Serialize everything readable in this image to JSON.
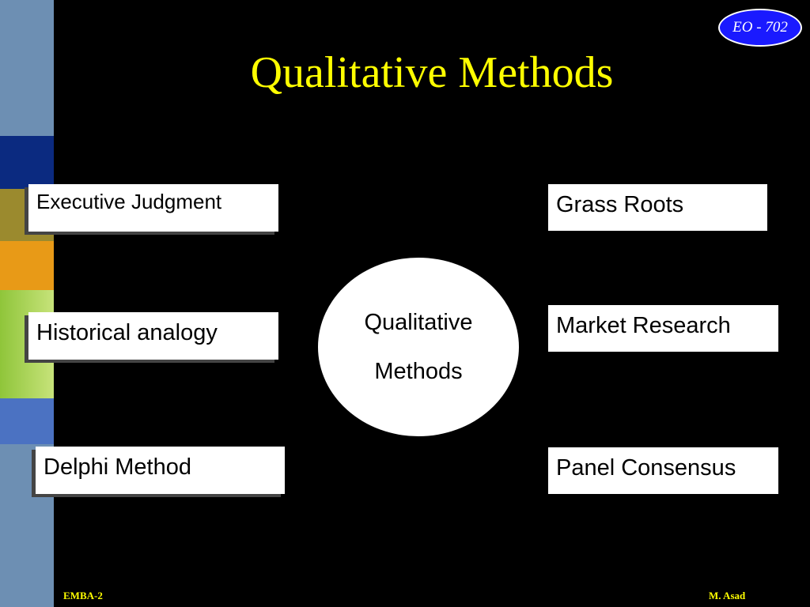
{
  "slide": {
    "badge": "EO - 702",
    "title": "Qualitative Methods",
    "center": {
      "line1": "Qualitative",
      "line2": "Methods"
    },
    "left_items": [
      "Executive Judgment",
      "Historical analogy",
      "Delphi Method"
    ],
    "right_items": [
      "Grass Roots",
      "Market Research",
      "Panel Consensus"
    ],
    "footer_left": "EMBA-2",
    "footer_right": "M. Asad"
  },
  "colors": {
    "background": "#000000",
    "title": "#ffff00",
    "badge": "#1a1aff",
    "box": "#ffffff"
  }
}
